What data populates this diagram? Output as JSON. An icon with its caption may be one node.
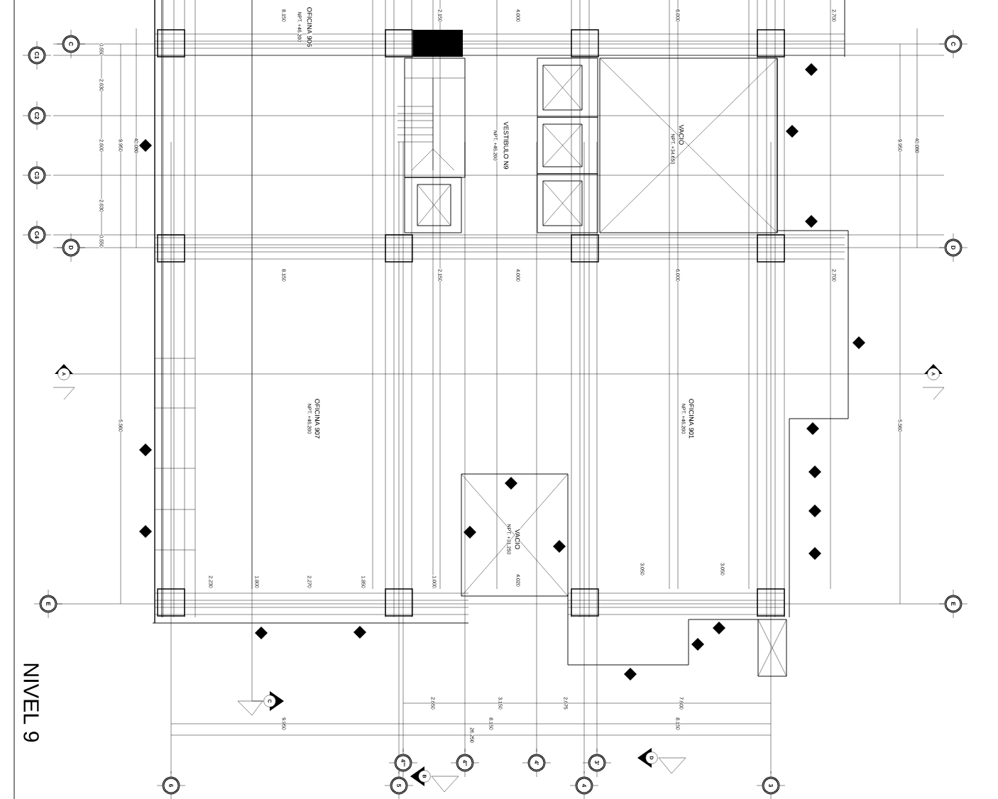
{
  "diagram": {
    "title": "NIVEL 9",
    "nodes": [
      {
        "text": [
          "C"
        ]
      },
      {
        "text": [
          "C1"
        ]
      },
      {
        "text": [
          "C2"
        ]
      },
      {
        "text": [
          "C3"
        ]
      },
      {
        "text": [
          "C4"
        ]
      },
      {
        "text": [
          "D"
        ]
      },
      {
        "text": [
          "E"
        ]
      },
      {
        "text": [
          "C"
        ]
      },
      {
        "text": [
          "D"
        ]
      },
      {
        "text": [
          "E"
        ]
      },
      {
        "text": [
          "6"
        ]
      },
      {
        "text": [
          "5"
        ]
      },
      {
        "text": [
          "4'''"
        ]
      },
      {
        "text": [
          "4''"
        ]
      },
      {
        "text": [
          "4'"
        ]
      },
      {
        "text": [
          "4"
        ]
      },
      {
        "text": [
          "3'"
        ]
      },
      {
        "text": [
          "3"
        ]
      },
      {
        "text": [
          "A"
        ]
      },
      {
        "text": [
          "A"
        ]
      },
      {
        "text": [
          "C"
        ]
      },
      {
        "text": [
          "B"
        ]
      },
      {
        "text": [
          "D"
        ]
      }
    ],
    "edges": [
      {
        "from": 18,
        "to": 19,
        "arrow": "none"
      },
      {
        "from": 20,
        "to": null,
        "arrow": "none"
      }
    ],
    "labels": [
      "NPT. +46.200",
      "OFICINA 906",
      "NPT. +46.200",
      "VESTIBULO N9",
      "NPT. +34.650",
      "VACIO",
      "NPT. +46.200",
      "OFICINA 907",
      "NPT. +46.200",
      "OFICINA 901",
      "NPT. +31.250",
      "VACIO",
      "0.550",
      "2.630",
      "2.600",
      "2.630",
      "0.550",
      "9.950",
      "40.080",
      "5.560",
      "9.950",
      "40.080",
      "5.560",
      "2.650",
      "3.150",
      "2.675",
      "7.600",
      "9.950",
      "8.150",
      "8.150",
      "26.250",
      "8.150",
      "2.150",
      "4.000",
      "6.000",
      "2.700",
      "8.150",
      "2.150",
      "4.000",
      "6.000",
      "2.700",
      "2.230",
      "1.800",
      "2.270",
      "1.850",
      "1.000",
      "4.020",
      "3.050",
      "3.050"
    ]
  }
}
